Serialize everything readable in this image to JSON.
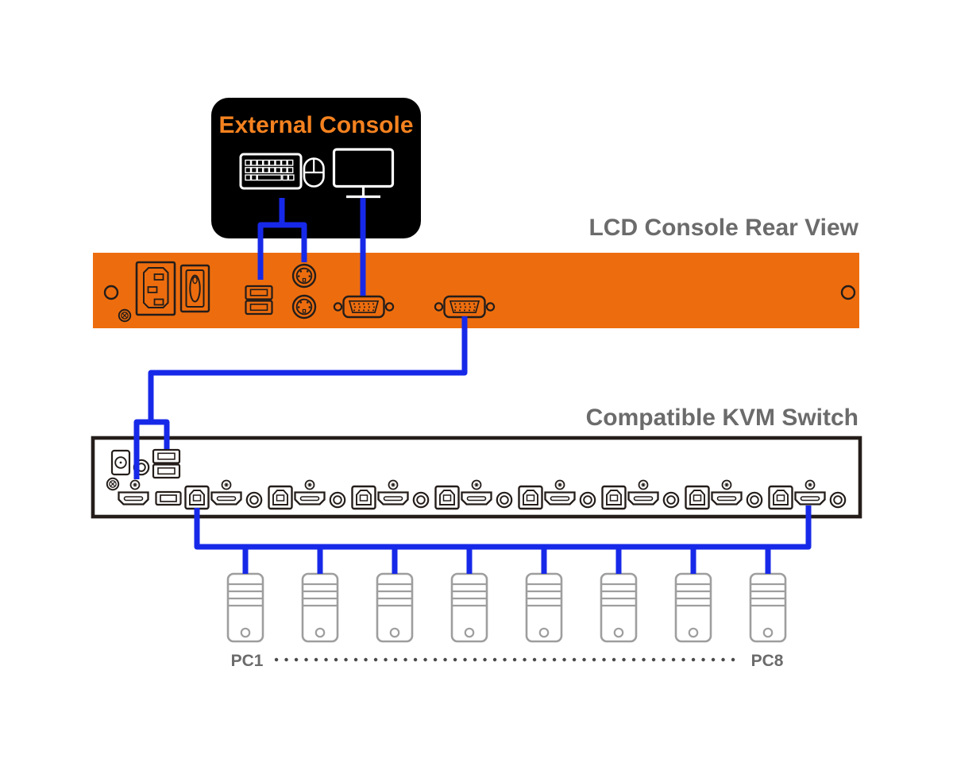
{
  "colors": {
    "orange": "#ed6d0e",
    "console_title_orange": "#f5821f",
    "cable_blue": "#1729e8",
    "label_gray": "#6b6b6b",
    "outline_dark": "#241d1a",
    "pc_gray": "#9e9e9e",
    "dots_gray": "#4a4a4a",
    "console_box_black": "#000000"
  },
  "external_console": {
    "title": "External Console",
    "icons": [
      "keyboard-icon",
      "mouse-icon",
      "monitor-icon"
    ]
  },
  "lcd_console": {
    "label": "LCD Console Rear View",
    "ports": [
      "screw-hole",
      "power-inlet",
      "power-switch",
      "ground-screw",
      "dual-usb-port",
      "ps2-keyboard-port",
      "ps2-mouse-port",
      "vga-port-1",
      "vga-port-2",
      "screw-hole"
    ]
  },
  "kvm_switch": {
    "label": "Compatible KVM Switch",
    "console_ports": [
      "dc-power-jack",
      "round-connector",
      "dual-usb-port",
      "ground-screw",
      "screw",
      "hdmi-console-port",
      "usb-a-port"
    ],
    "channel_count": 8,
    "channel_ports": [
      "usb-b-port",
      "hdmi-port",
      "audio-jack"
    ]
  },
  "pcs": {
    "count": 8,
    "first_label": "PC1",
    "last_label": "PC8"
  }
}
